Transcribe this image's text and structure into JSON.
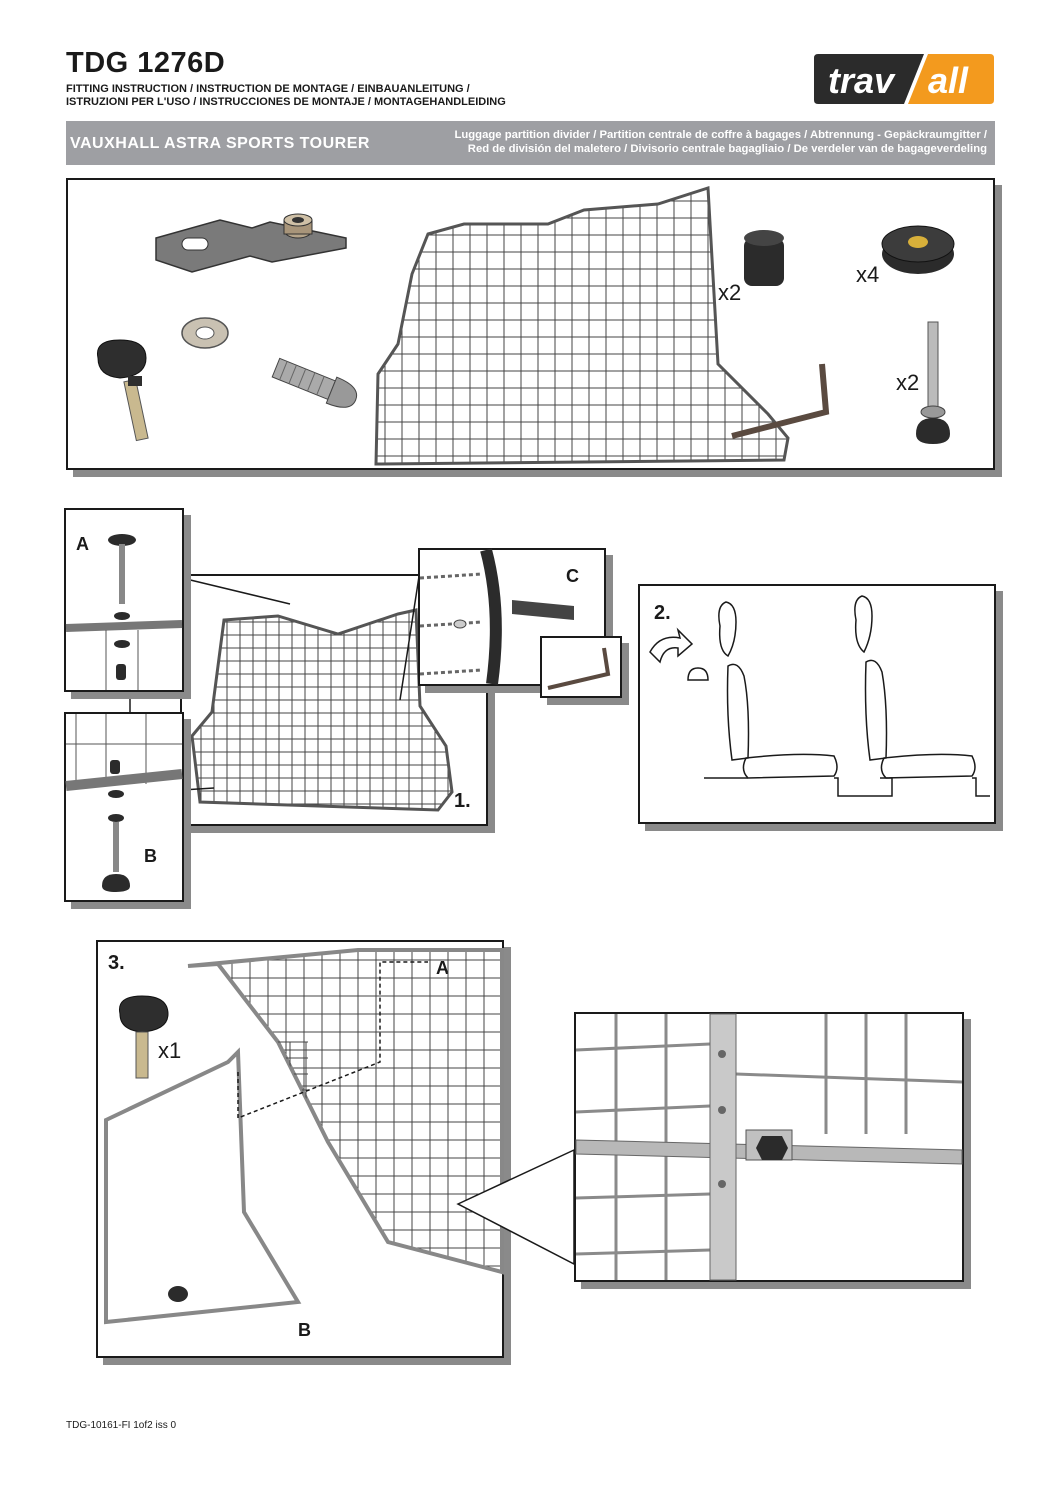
{
  "header": {
    "product_code": "TDG 1276D",
    "subtitle_line1": "FITTING INSTRUCTION / INSTRUCTION DE MONTAGE / EINBAUANLEITUNG /",
    "subtitle_line2": "ISTRUZIONI PER L'USO / INSTRUCCIONES DE MONTAJE / MONTAGEHANDLEIDING",
    "logo_left": "trav",
    "logo_right": "all"
  },
  "banner": {
    "model": "VAUXHALL ASTRA SPORTS TOURER",
    "description_line1": "Luggage partition divider / Partition centrale de coffre à bagages / Abtrennung - Gepäckraumgitter /",
    "description_line2": "Red de división del maletero / Divisorio centrale bagagliaio / De verdeler van de bagageverdeling"
  },
  "parts": {
    "qty_ferrule": "x2",
    "qty_knob_nut": "x4",
    "qty_foot_bolt": "x2"
  },
  "step1": {
    "label": "1.",
    "callout_a": "A",
    "callout_b": "B",
    "callout_c": "C"
  },
  "step2": {
    "label": "2."
  },
  "step3": {
    "label": "3.",
    "qty_knob": "x1",
    "callout_a": "A",
    "callout_b": "B"
  },
  "footer": {
    "doc_ref": "TDG-10161-FI 1of2 iss 0"
  },
  "colors": {
    "banner_gray": "#9e9fa3",
    "logo_dark": "#2b2b2b",
    "logo_orange": "#f39a1e",
    "panel_shadow": "#8a8a8a"
  }
}
